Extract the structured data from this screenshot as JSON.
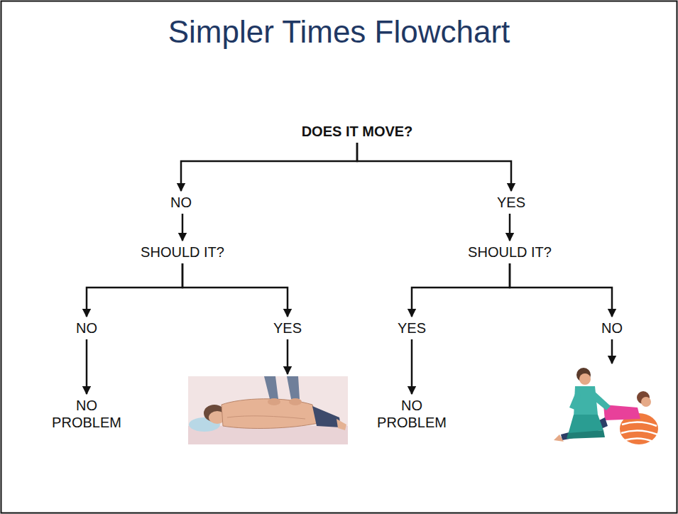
{
  "diagram": {
    "title": "Simpler Times Flowchart",
    "nodes": [
      {
        "text": [
          "DOES IT MOVE?"
        ]
      },
      {
        "text": [
          "NO"
        ]
      },
      {
        "text": [
          "YES"
        ]
      },
      {
        "text": [
          "SHOULD IT?"
        ]
      },
      {
        "text": [
          "SHOULD IT?"
        ]
      },
      {
        "text": [
          "NO"
        ]
      },
      {
        "text": [
          "YES"
        ]
      },
      {
        "text": [
          "YES"
        ]
      },
      {
        "text": [
          "NO"
        ]
      },
      {
        "text": [
          "NO PROBLEM"
        ]
      },
      {
        "text": [
          "NO PROBLEM"
        ]
      }
    ],
    "edges": [
      {
        "from": 0,
        "to": 1,
        "arrow": "to"
      },
      {
        "from": 0,
        "to": 2,
        "arrow": "to"
      },
      {
        "from": 1,
        "to": 3,
        "arrow": "to"
      },
      {
        "from": 2,
        "to": 4,
        "arrow": "to"
      },
      {
        "from": 3,
        "to": 5,
        "arrow": "to"
      },
      {
        "from": 3,
        "to": 6,
        "arrow": "to"
      },
      {
        "from": 4,
        "to": 7,
        "arrow": "to"
      },
      {
        "from": 4,
        "to": 8,
        "arrow": "to"
      },
      {
        "from": 5,
        "to": 9,
        "arrow": "to"
      },
      {
        "from": 7,
        "to": 10,
        "arrow": "to"
      }
    ]
  }
}
